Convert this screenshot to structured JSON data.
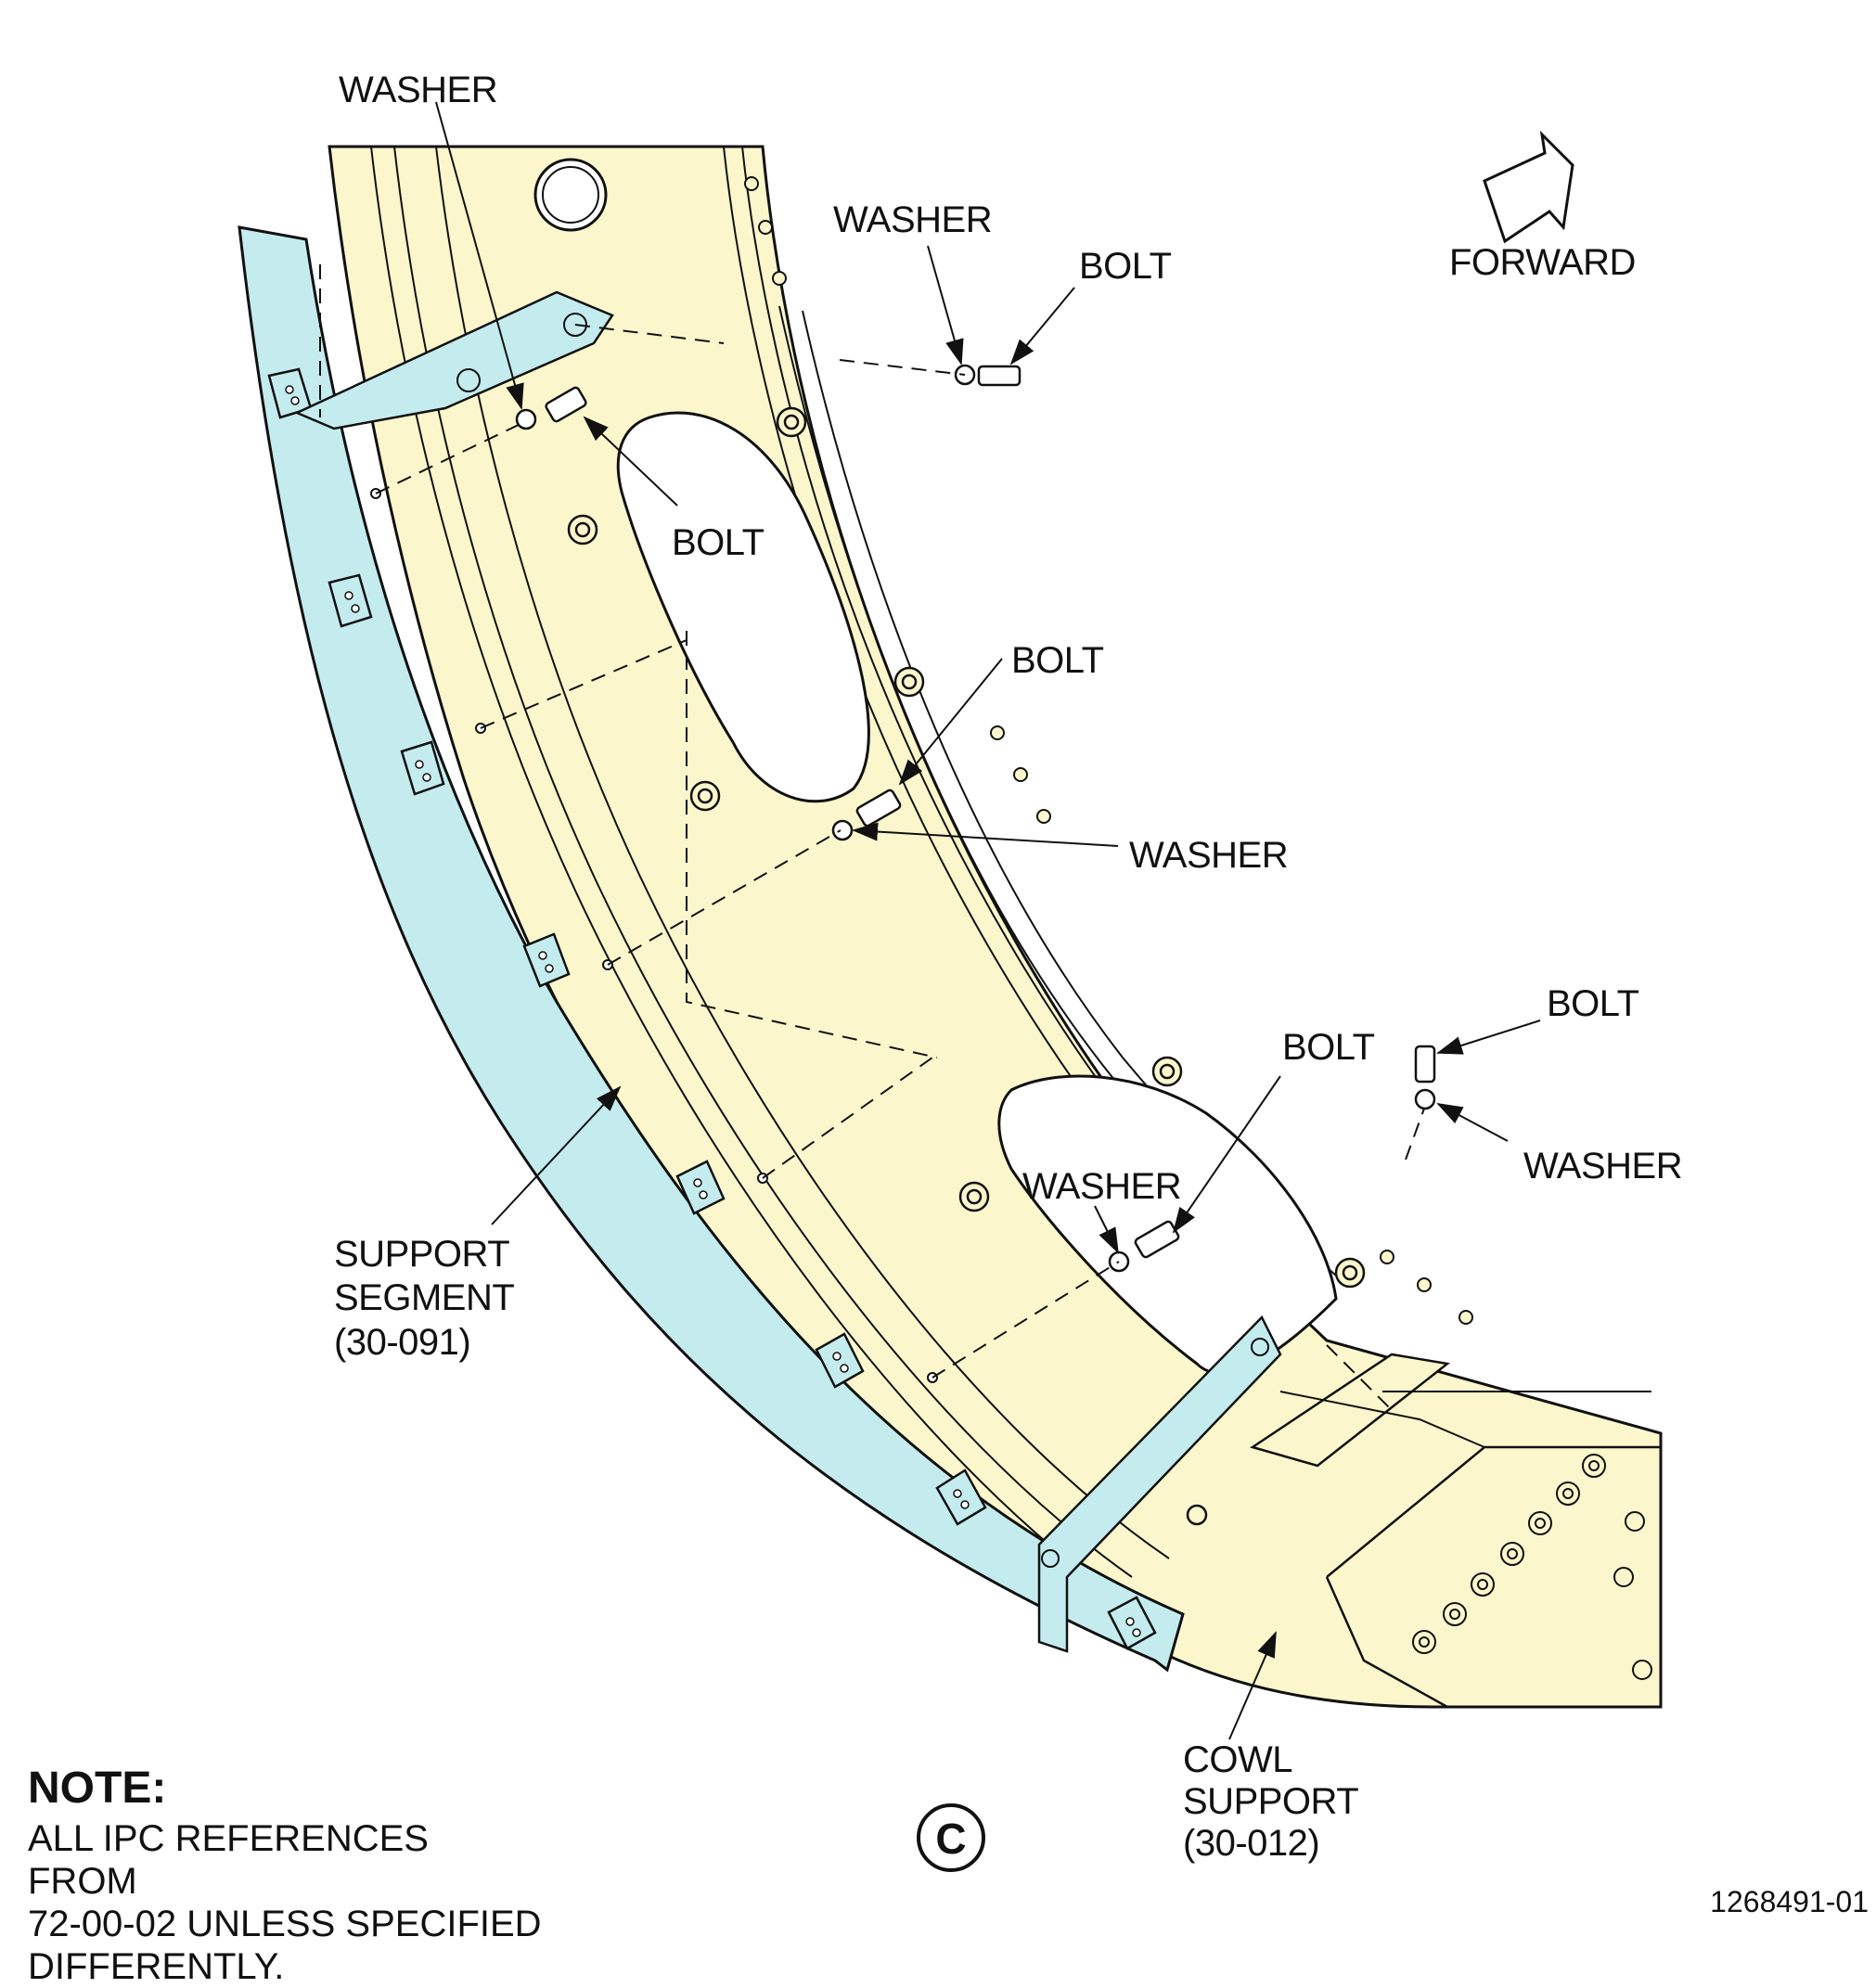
{
  "labels": {
    "washer_top": "WASHER",
    "washer_upper_right": "WASHER",
    "bolt_upper_right": "BOLT",
    "forward": "FORWARD",
    "bolt_upper_center": "BOLT",
    "bolt_mid": "BOLT",
    "washer_mid": "WASHER",
    "bolt_far_right": "BOLT",
    "washer_far_right": "WASHER",
    "bolt_lower": "BOLT",
    "washer_lower": "WASHER",
    "support_segment": [
      "SUPPORT",
      "SEGMENT",
      "(30-091)"
    ],
    "cowl_support": [
      "COWL",
      "SUPPORT",
      "(30-012)"
    ],
    "view_letter": "C"
  },
  "note": {
    "title": "NOTE:",
    "lines": [
      "ALL IPC REFERENCES FROM",
      "72-00-02 UNLESS SPECIFIED",
      "DIFFERENTLY."
    ]
  },
  "figure_id": "1268491-01",
  "colors": {
    "cowl_support_fill": "#fbf6cc",
    "support_segment_fill": "#c4ecef",
    "line": "#111111"
  }
}
